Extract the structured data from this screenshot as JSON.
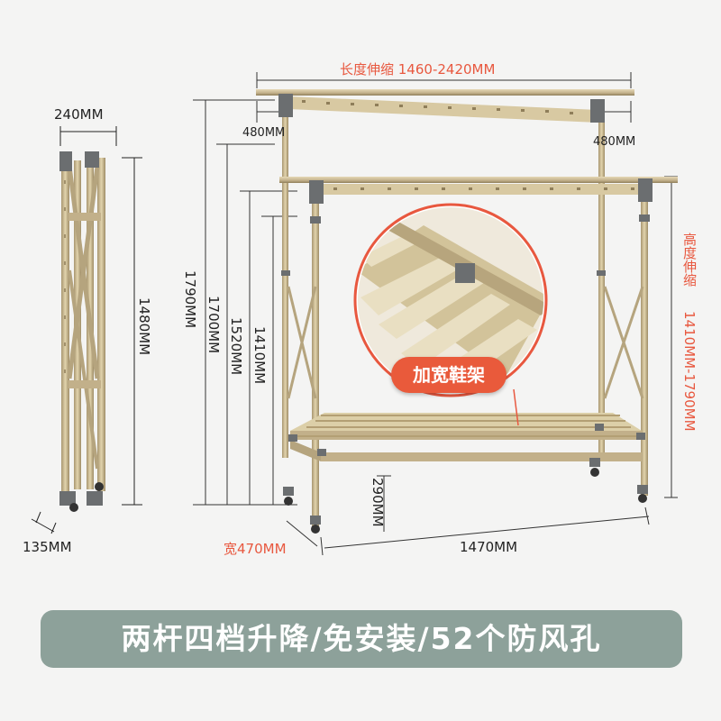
{
  "labels": {
    "fold_width": "240MM",
    "fold_depth": "135MM",
    "fold_height": "1480MM",
    "length_range": "长度伸缩 1460-2420MM",
    "left_ext": "480MM",
    "right_ext": "480MM",
    "h1790": "1790MM",
    "h1700": "1700MM",
    "h1520": "1520MM",
    "h1410": "1410MM",
    "height_title": "高度伸缩",
    "height_range": "1410MM-1790MM",
    "shelf_height": "290MM",
    "depth": "宽470MM",
    "base_width": "1470MM",
    "shoe_rack": "加宽鞋架"
  },
  "banner": "两杆四档升降/免安装/52个防风孔",
  "colors": {
    "accent_red": "#e8583f",
    "banner_bg": "#8da19a",
    "gold_metal": "#c8b68a",
    "dark_joint": "#6b6e70"
  },
  "icons": [
    "folded-rack-icon",
    "clothes-rack-icon",
    "caster-wheel-icon",
    "magnifier-detail-icon"
  ]
}
